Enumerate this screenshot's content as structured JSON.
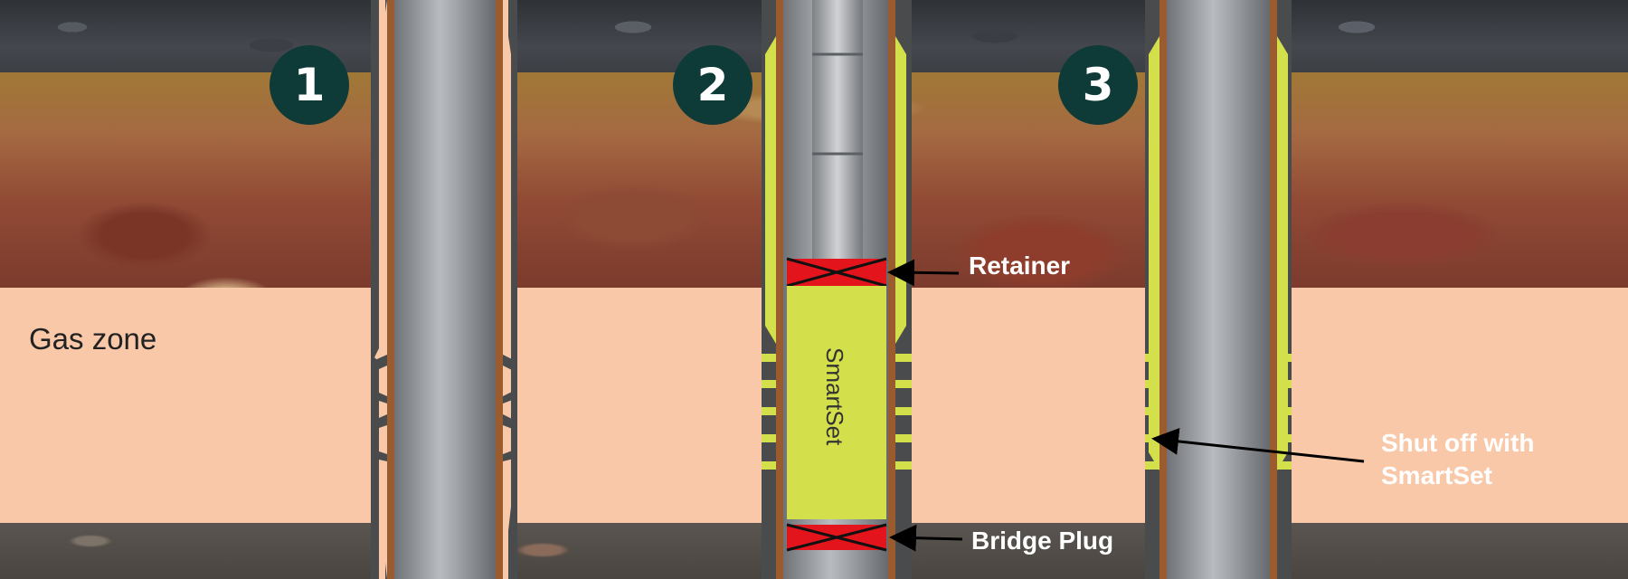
{
  "zone_label": "Gas zone",
  "steps": [
    "1",
    "2",
    "3"
  ],
  "labels": {
    "retainer": "Retainer",
    "bridge_plug": "Bridge Plug",
    "shut_off_line1": "Shut off with",
    "shut_off_line2": "SmartSet",
    "smartset": "SmartSet"
  },
  "colors": {
    "casing": "#8c8f94",
    "cement_gap": "#f8c8a8",
    "smartset_fill": "#d4df4c",
    "retainer_and_plug": "#e3141b",
    "badge": "#0e3b37",
    "gas_zone": "#f8c8a8"
  }
}
